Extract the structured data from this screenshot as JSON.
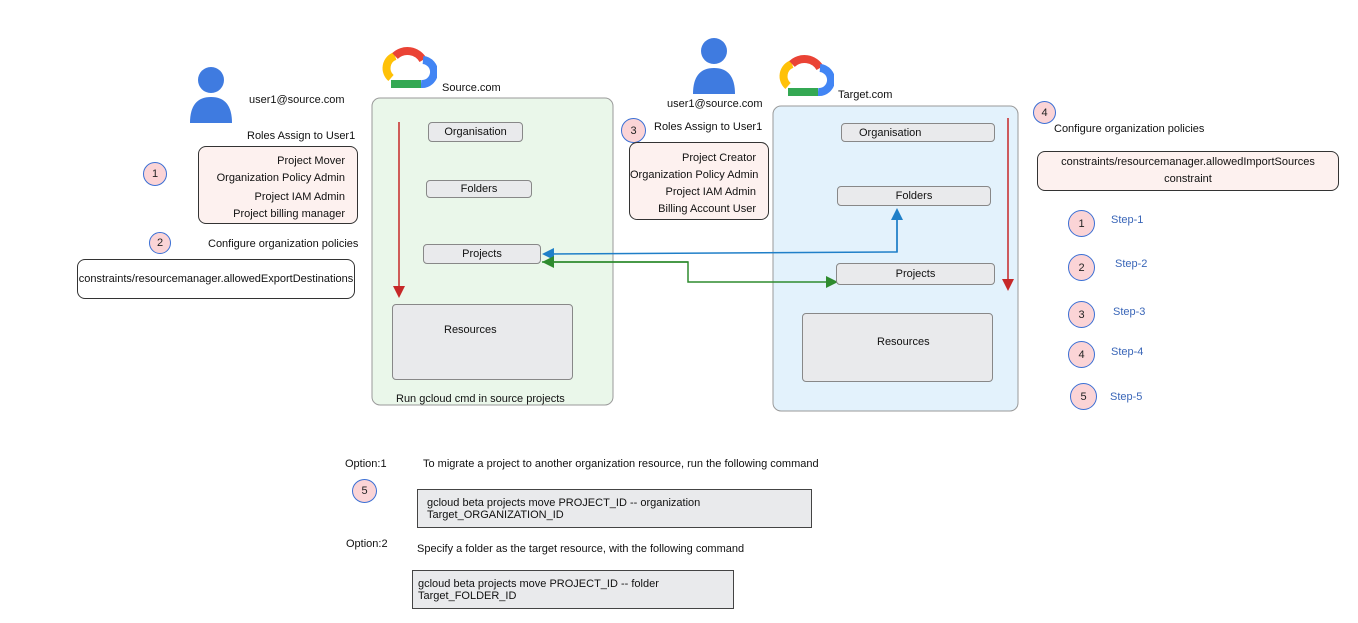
{
  "source": {
    "user": "user1@source.com",
    "domain": "Source.com",
    "roles_title": "Roles Assign to User1",
    "roles": [
      "Project Mover",
      "Organization Policy Admin",
      "Project IAM Admin",
      "Project billing manager"
    ],
    "policy_title": "Configure organization policies",
    "policy": "constraints/resourcemanager.allowedExportDestinations",
    "hierarchy": [
      "Organisation",
      "Folders",
      "Projects",
      "Resources"
    ],
    "footer": "Run gcloud cmd in source projects"
  },
  "target": {
    "user": "user1@source.com",
    "domain": "Target.com",
    "roles_title": "Roles Assign to User1",
    "roles": [
      "Project Creator",
      "Organization Policy Admin",
      "Project IAM Admin",
      "Billing Account User"
    ],
    "policy_title": "Configure organization policies",
    "policy": "constraints/resourcemanager.allowedImportSources constraint",
    "hierarchy": [
      "Organisation",
      "Folders",
      "Projects",
      "Resources"
    ]
  },
  "badges": [
    "1",
    "2",
    "3",
    "4",
    "5"
  ],
  "legend": [
    {
      "num": "1",
      "label": "Step-1"
    },
    {
      "num": "2",
      "label": "Step-2"
    },
    {
      "num": "3",
      "label": "Step-3"
    },
    {
      "num": "4",
      "label": "Step-4"
    },
    {
      "num": "5",
      "label": "Step-5"
    }
  ],
  "options": [
    {
      "label": "Option:1",
      "description": "To migrate a project to another organization resource, run the following command",
      "command": "gcloud beta projects move PROJECT_ID -- organization Target_ORGANIZATION_ID"
    },
    {
      "label": "Option:2",
      "description": "Specify a folder as the target resource, with the following command",
      "command": "gcloud beta projects move PROJECT_ID -- folder Target_FOLDER_ID"
    }
  ],
  "colors": {
    "source_panel": "#eaf7ea",
    "target_panel": "#e3f2fc",
    "flow_arrow": "#c62828",
    "blue_arrow": "#1f7fc8",
    "green_arrow": "#2e8b2e",
    "badge_fill": "#fbd4d6",
    "badge_border": "#3b6fd4"
  },
  "icons": [
    "user-icon",
    "google-cloud-logo"
  ]
}
